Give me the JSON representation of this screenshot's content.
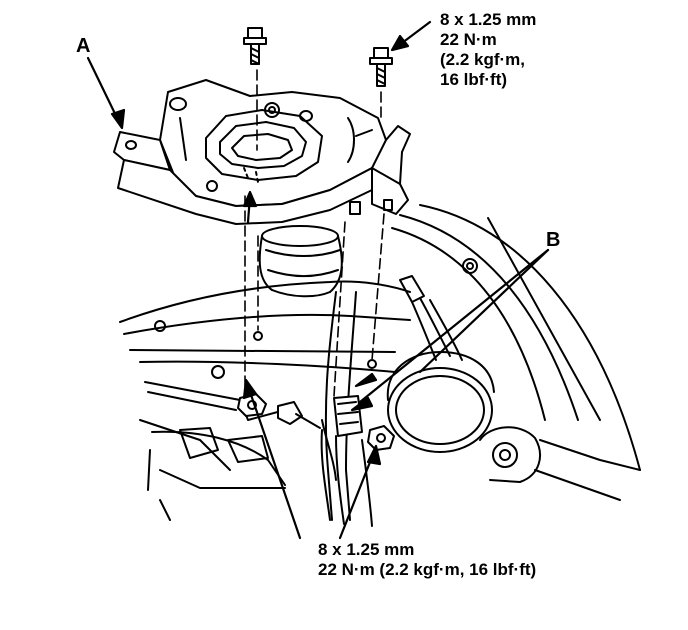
{
  "callouts": {
    "a": "A",
    "b": "B"
  },
  "torque_top": {
    "line1": "8 x 1.25 mm",
    "line2": "22 N·m",
    "line3": "(2.2 kgf·m,",
    "line4": "16 lbf·ft)"
  },
  "torque_bottom": {
    "line1": "8 x 1.25 mm",
    "line2": "22 N·m (2.2 kgf·m, 16 lbf·ft)"
  }
}
